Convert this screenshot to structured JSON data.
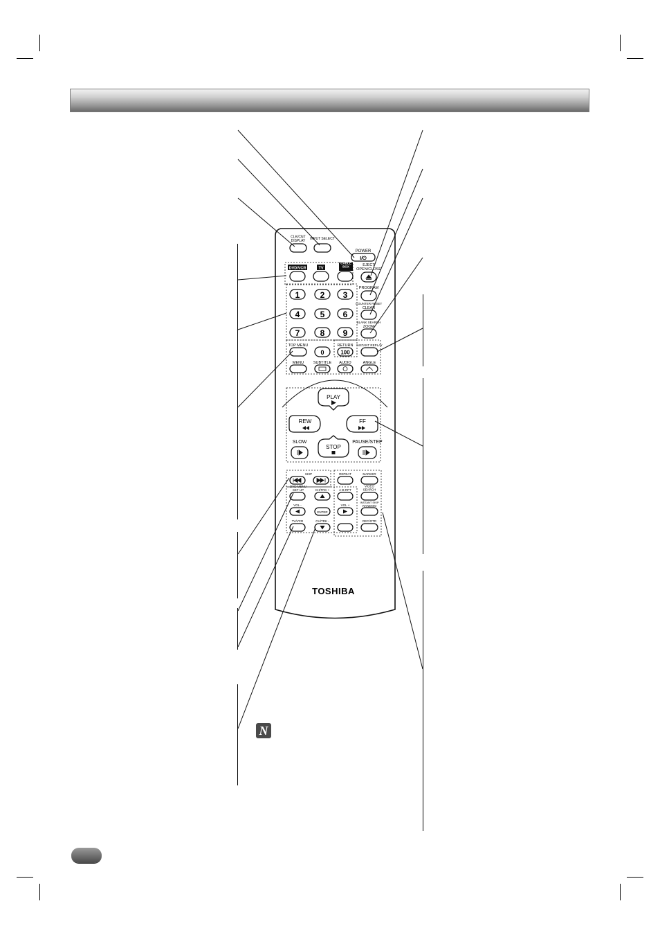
{
  "remote": {
    "brand": "TOSHIBA",
    "top_row": {
      "clock_display": "CLK/CNT\nDISPLAY",
      "input_select": "INPUT SELECT",
      "power": "POWER",
      "power_symbol": "I/⏻"
    },
    "mode_buttons": {
      "dvd_vcr": "DVD/VCR",
      "tv": "TV",
      "cable_box": "CABLE\nBOX"
    },
    "right_column": {
      "eject": "EJECT",
      "open_close": "OPEN/CLOSE",
      "program": "PROGRAM",
      "counter_reset": "COUNTER RESET",
      "clear": "CLEAR",
      "blank_search": "BLANK SEARCH",
      "zoom": "ZOOM"
    },
    "number_pad": {
      "keys": [
        "1",
        "2",
        "3",
        "4",
        "5",
        "6",
        "7",
        "8",
        "9"
      ],
      "zero": "0"
    },
    "function_row": {
      "top_menu": "TOP MENU",
      "return": "RETURN",
      "hundred": "100",
      "instant_replay": "INSTANT REPLAY",
      "menu": "MENU",
      "subtitle": "SUBTITLE",
      "audio": "AUDIO",
      "angle": "ANGLE"
    },
    "transport": {
      "play": "PLAY",
      "rew": "REW",
      "ff": "FF",
      "slow": "SLOW",
      "stop": "STOP",
      "pause_step": "PAUSE/STEP"
    },
    "lower_section": {
      "skip": "SKIP",
      "dvd_repeat": "REPEAT",
      "marker": "MARKER",
      "dvd_menu": "DVD MENU",
      "set_up": "SET UP",
      "ch_trk_up": "CH/TRK +",
      "a_b_repeat": "A-B RPT",
      "video_search": "VIDEO\nSEARCH",
      "vol_minus": "VOL -",
      "vol_plus": "VOL +",
      "enter": "ENTER",
      "instant_skip": "INSTANT SKIP",
      "random": "RANDOM",
      "tv_vcr": "TV/VCR",
      "ch_trk_down": "CH/TRK -",
      "rec_otr": "REC/OTR"
    }
  },
  "note_icon": "N",
  "colors": {
    "header_light": "#f2f2f2",
    "header_dark": "#6a6a6a",
    "ink": "#111111"
  }
}
